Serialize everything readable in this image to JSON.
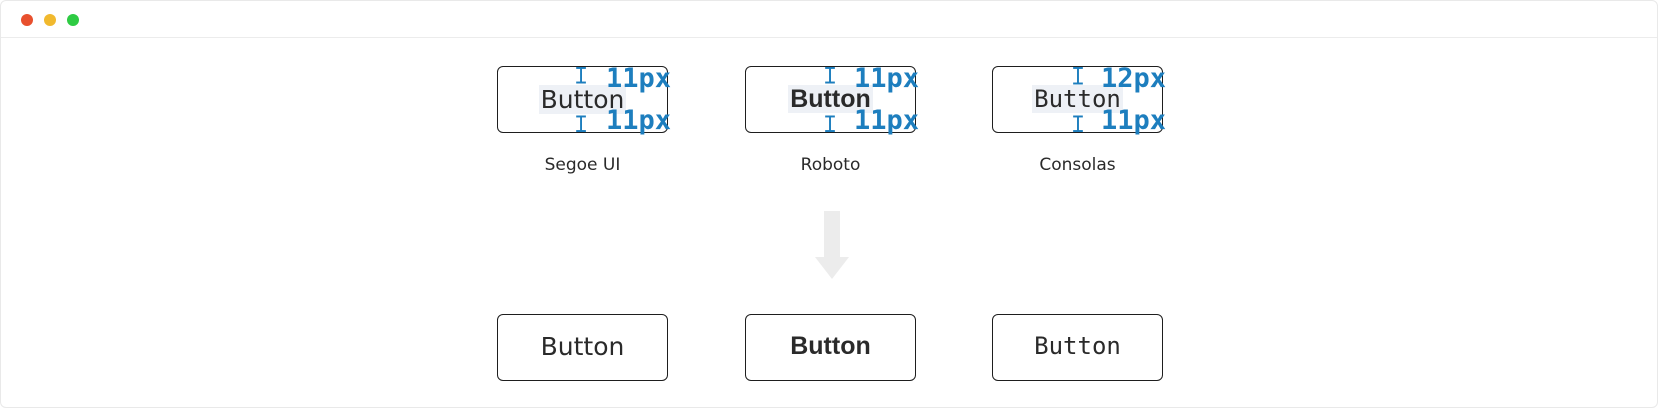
{
  "window": {
    "traffic_lights": {
      "close_color": "#e8502e",
      "minimize_color": "#f1b92e",
      "maximize_color": "#2ecb43"
    }
  },
  "colors": {
    "measure": "#1d7ebe",
    "text_highlight": "#eef1f6",
    "border": "#1e1e1e",
    "arrow": "#ececec"
  },
  "top_row": [
    {
      "button_label": "Button",
      "font_caption": "Segoe UI",
      "top_space": "11px",
      "bottom_space": "11px"
    },
    {
      "button_label": "Button",
      "font_caption": "Roboto",
      "top_space": "11px",
      "bottom_space": "11px"
    },
    {
      "button_label": "Button",
      "font_caption": "Consolas",
      "top_space": "12px",
      "bottom_space": "11px"
    }
  ],
  "bottom_row": [
    {
      "button_label": "Button"
    },
    {
      "button_label": "Button"
    },
    {
      "button_label": "Button"
    }
  ],
  "arrow_icon": "down-arrow-icon"
}
